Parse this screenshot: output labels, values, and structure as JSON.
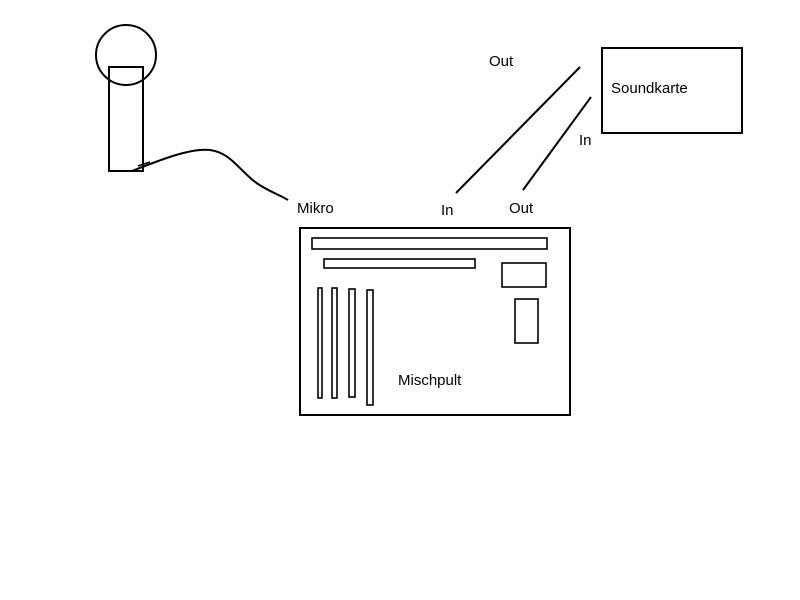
{
  "labels": {
    "mikro": "Mikro",
    "mischpult": "Mischpult",
    "soundkarte": "Soundkarte",
    "mixer_in": "In",
    "mixer_out": "Out",
    "soundcard_out": "Out",
    "soundcard_in": "In"
  },
  "colors": {
    "stroke": "#000000",
    "background": "#ffffff"
  },
  "icons": {
    "microphone": "microphone-icon"
  }
}
